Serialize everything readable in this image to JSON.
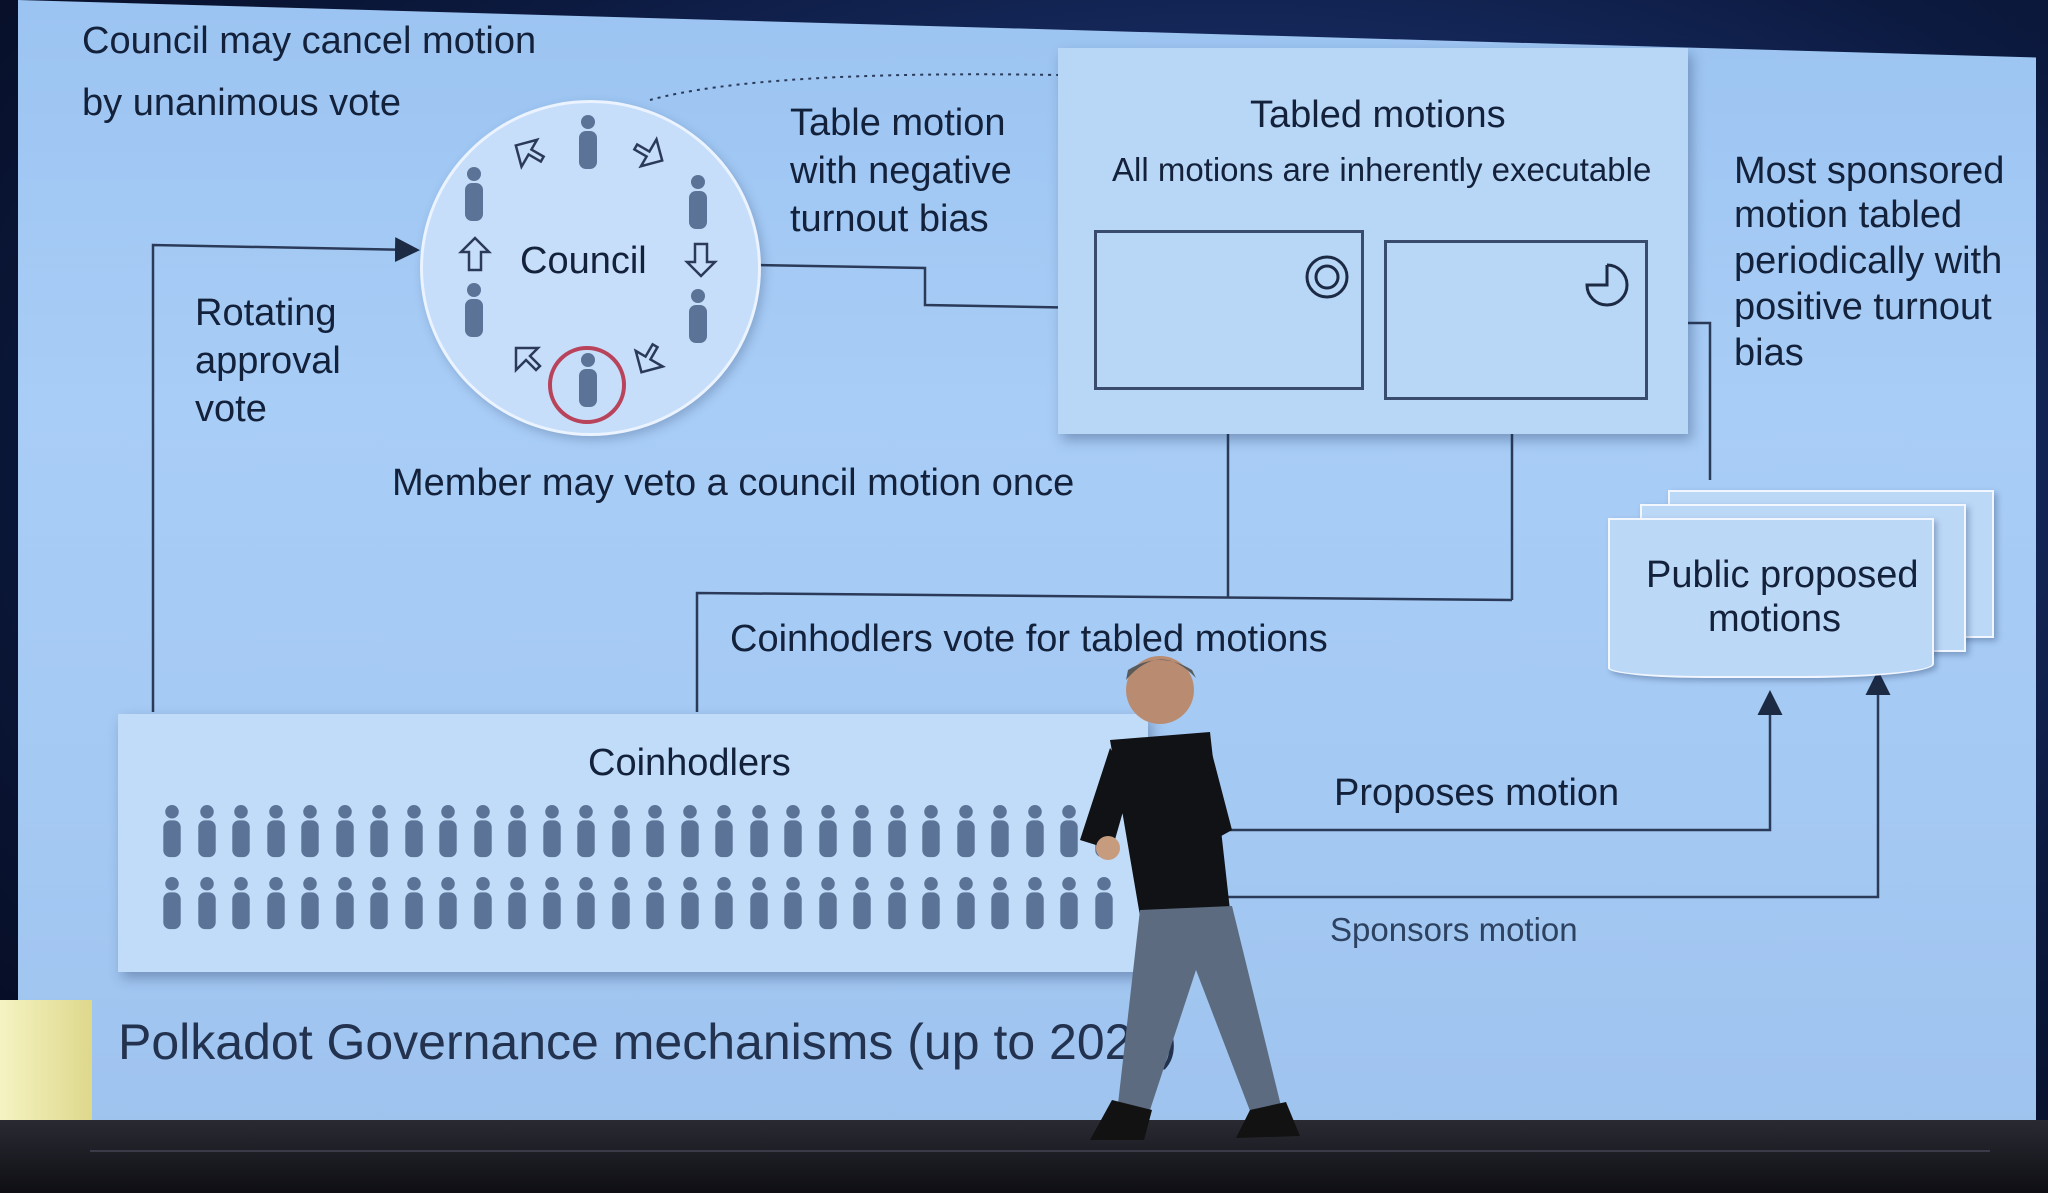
{
  "slide": {
    "council_cancel": [
      "Council may cancel motion",
      "by unanimous vote"
    ],
    "table_motion": [
      "Table motion",
      "with negative",
      "turnout bias"
    ],
    "tabled_motions_title": "Tabled motions",
    "tabled_motions_subtitle": "All motions are inherently executable",
    "most_sponsored": [
      "Most sponsored",
      "motion tabled",
      "periodically with",
      "positive turnout",
      "bias"
    ],
    "council_label": "Council",
    "rotating": [
      "Rotating",
      "approval",
      "vote"
    ],
    "member_veto": "Member may veto a council motion once",
    "public_proposed": [
      "Public proposed",
      "motions"
    ],
    "coinhodlers_vote": "Coinhodlers vote for tabled motions",
    "coinhodlers_label": "Coinhodlers",
    "proposes_motion": "Proposes motion",
    "sponsors_motion": "Sponsors motion",
    "footer_title": "Polkadot Governance mechanisms (up to 2023)"
  },
  "icons": {
    "person": "person-icon",
    "target": "target-icon",
    "pie": "pie-chart-icon",
    "arrow": "hollow-arrow-icon"
  },
  "colors": {
    "screen": "#a8cdf6",
    "ink": "#13213b",
    "veto_ring": "#b8435a",
    "person": "#5c7398"
  }
}
